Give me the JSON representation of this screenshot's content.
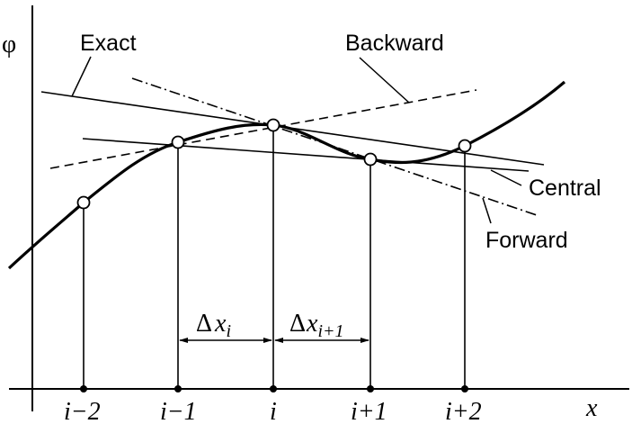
{
  "axes": {
    "y_label": "φ",
    "x_label": "x"
  },
  "grid_points": [
    {
      "label": "i−2"
    },
    {
      "label": "i−1"
    },
    {
      "label": "i"
    },
    {
      "label": "i+1"
    },
    {
      "label": "i+2"
    }
  ],
  "spacing_labels": {
    "delta_i": {
      "symbol": "Δ",
      "var": "x",
      "sub": "i"
    },
    "delta_i_plus_1": {
      "symbol": "Δ",
      "var": "x",
      "sub": "i+1"
    }
  },
  "line_labels": {
    "exact": "Exact",
    "backward": "Backward",
    "central": "Central",
    "forward": "Forward"
  },
  "colors": {
    "ink": "#000000",
    "background": "#ffffff"
  }
}
